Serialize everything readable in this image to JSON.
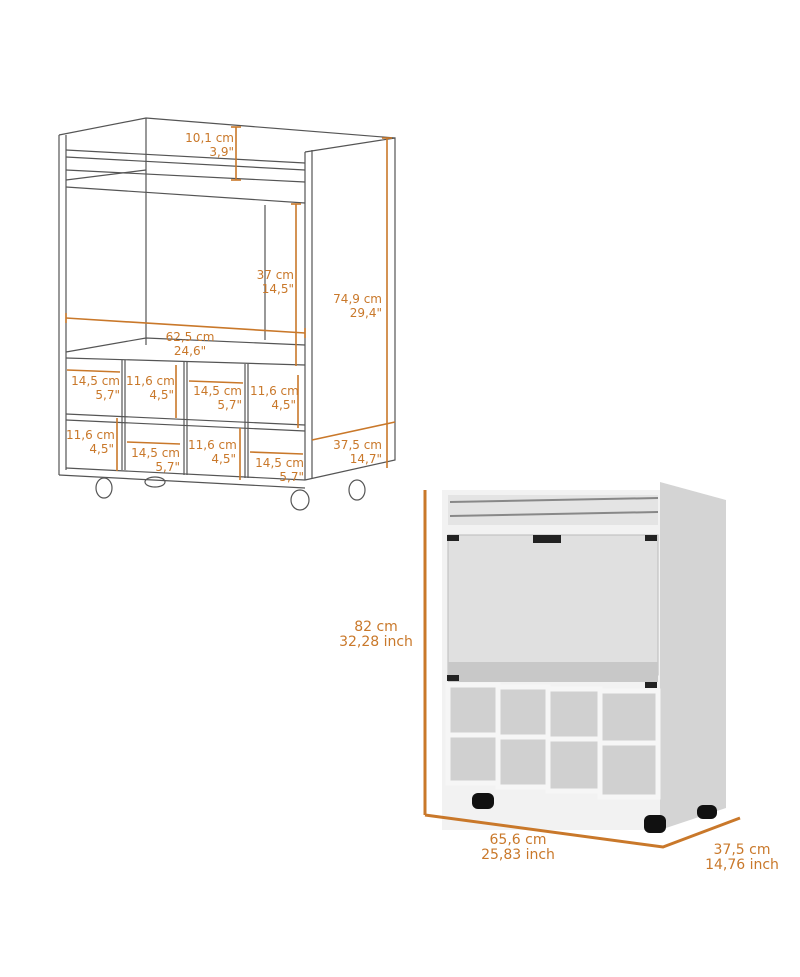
{
  "colors": {
    "accent": "#c9782a",
    "line": "#555555",
    "cabinet": "#e6e6e6"
  },
  "line_drawing": {
    "top_rail": {
      "cm": "10,1 cm",
      "in": "3,9\""
    },
    "open_height": {
      "cm": "37 cm",
      "in": "14,5\""
    },
    "total_height": {
      "cm": "74,9 cm",
      "in": "29,4\""
    },
    "inner_width": {
      "cm": "62,5 cm",
      "in": "24,6\""
    },
    "depth": {
      "cm": "37,5 cm",
      "in": "14,7\""
    },
    "cubbies": [
      {
        "cm": "14,5 cm",
        "in": "5,7\""
      },
      {
        "cm": "11,6 cm",
        "in": "4,5\""
      },
      {
        "cm": "14,5 cm",
        "in": "5,7\""
      },
      {
        "cm": "11,6 cm",
        "in": "4,5\""
      },
      {
        "cm": "11,6 cm",
        "in": "4,5\""
      },
      {
        "cm": "14,5 cm",
        "in": "5,7\""
      },
      {
        "cm": "11,6 cm",
        "in": "4,5\""
      },
      {
        "cm": "14,5 cm",
        "in": "5,7\""
      }
    ]
  },
  "render": {
    "height": {
      "cm": "82 cm",
      "in": "32,28 inch"
    },
    "width": {
      "cm": "65,6 cm",
      "in": "25,83 inch"
    },
    "depth": {
      "cm": "37,5 cm",
      "in": "14,76 inch"
    }
  }
}
